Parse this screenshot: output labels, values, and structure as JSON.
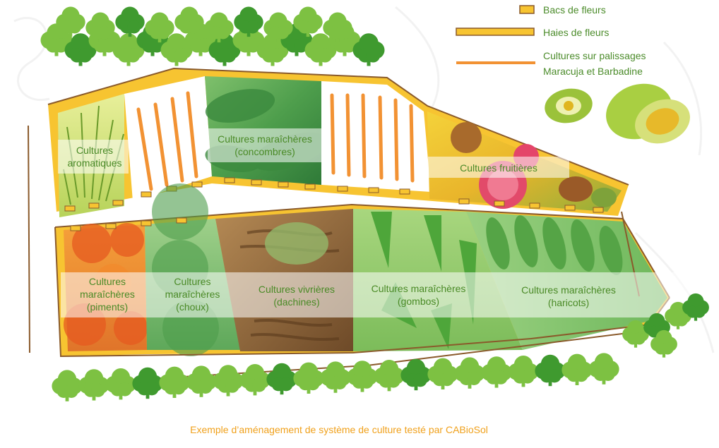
{
  "legend": {
    "flower_boxes": "Bacs de fleurs",
    "flower_hedges": "Haies de fleurs",
    "trellis_line1": "Cultures sur palissages",
    "trellis_line2": "Maracuja et Barbadine"
  },
  "zones": {
    "aromatic": {
      "line1": "Cultures",
      "line2": "aromatiques"
    },
    "cucumber": {
      "line1": "Cultures maraîchères",
      "line2": "(concombres)"
    },
    "fruit": {
      "line1": "Cultures fruitières"
    },
    "pepper": {
      "line1": "Cultures",
      "line2": "maraîchères",
      "line3": "(piments)"
    },
    "cabbage": {
      "line1": "Cultures",
      "line2": "maraîchères",
      "line3": "(choux)"
    },
    "dasheen": {
      "line1": "Cultures vivrières",
      "line2": "(dachines)"
    },
    "okra": {
      "line1": "Cultures maraîchères",
      "line2": "(gombos)"
    },
    "beans": {
      "line1": "Cultures maraîchères",
      "line2": "(haricots)"
    }
  },
  "caption": "Exemple d’aménagement de système de culture testé par CABioSol",
  "colors": {
    "tree_light": "#7dc142",
    "tree_dark": "#3f9a2f",
    "hedge": "#f7c431",
    "trellis": "#f29233",
    "border": "#8a5a2b",
    "label_text": "#4a8a26",
    "caption": "#f0a11c"
  }
}
